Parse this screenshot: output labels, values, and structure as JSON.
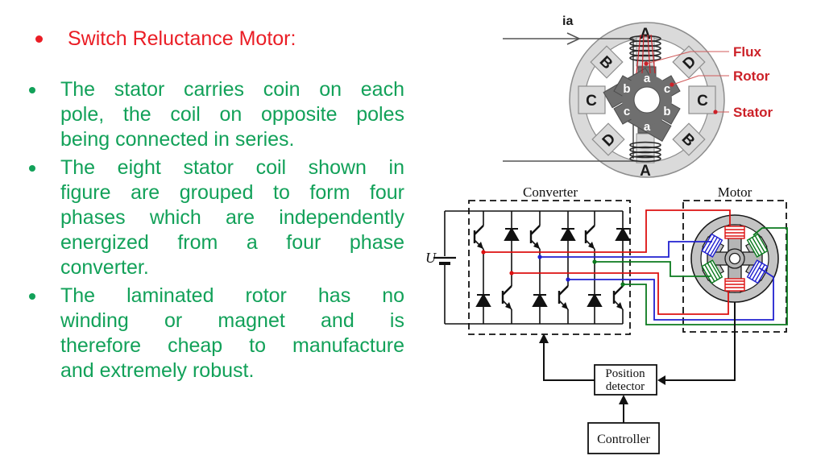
{
  "slide": {
    "title": {
      "text": "Switch Reluctance Motor:"
    },
    "bullets": [
      {
        "lines": [
          "The stator carries coin on each",
          "pole, the coil on opposite poles",
          "being connected in series."
        ]
      },
      {
        "lines": [
          "The eight stator coil shown in",
          "figure are grouped to form four",
          "phases which are independently",
          "energized from a four phase",
          "converter."
        ]
      },
      {
        "lines": [
          "The laminated rotor has no",
          "winding or magnet and is",
          "therefore cheap to manufacture",
          "and extremely robust."
        ]
      }
    ],
    "text_colors": {
      "title_red": "#ea1d25",
      "body_green": "#12a159"
    }
  },
  "motor_diagram": {
    "current_label": "ia",
    "stator_labels": {
      "top": "A",
      "upper_right": "D",
      "right": "C",
      "lower_right": "B",
      "bottom": "A",
      "lower_left": "D",
      "left": "C",
      "upper_left": "B"
    },
    "rotor_labels": {
      "top": "a",
      "upper_right": "c",
      "lower_right": "b",
      "bottom": "a",
      "lower_left": "c",
      "upper_left": "b"
    },
    "callouts": {
      "flux": "Flux",
      "rotor": "Rotor",
      "stator": "Stator"
    },
    "colors": {
      "label_red": "#cc2128",
      "flux_red": "#cc2128",
      "stator_fill": "#dadada",
      "rotor_fill": "#6f6f6f"
    }
  },
  "circuit_diagram": {
    "converter_label": "Converter",
    "motor_label": "Motor",
    "source_label": "U",
    "position_detector": {
      "line1": "Position",
      "line2": "detector"
    },
    "controller_label": "Controller",
    "phase_colors": {
      "phase_red": "#dd1111",
      "phase_blue": "#2020d0",
      "phase_green": "#0b7a1e"
    }
  }
}
